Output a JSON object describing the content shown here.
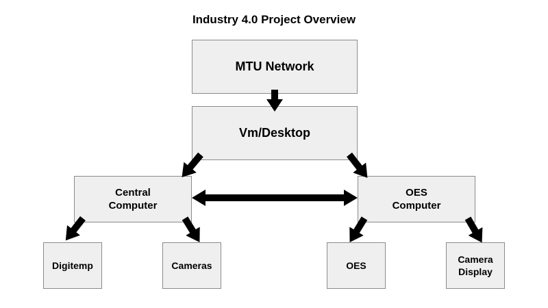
{
  "diagram": {
    "title": "Industry 4.0 Project Overview",
    "nodes": {
      "mtu_network": "MTU Network",
      "vm_desktop": "Vm/Desktop",
      "central_computer": "Central\nComputer",
      "oes_computer": "OES\nComputer",
      "digitemp": "Digitemp",
      "cameras": "Cameras",
      "oes": "OES",
      "camera_display": "Camera\nDisplay"
    },
    "edges": [
      {
        "from": "MTU Network",
        "to": "Vm/Desktop"
      },
      {
        "from": "Vm/Desktop",
        "to": "Central Computer"
      },
      {
        "from": "Vm/Desktop",
        "to": "OES Computer"
      },
      {
        "from": "Central Computer",
        "to": "OES Computer",
        "bidirectional": true
      },
      {
        "from": "Central Computer",
        "to": "Digitemp"
      },
      {
        "from": "Central Computer",
        "to": "Cameras"
      },
      {
        "from": "OES Computer",
        "to": "OES"
      },
      {
        "from": "OES Computer",
        "to": "Camera Display"
      }
    ],
    "colors": {
      "box_fill": "#efefef",
      "box_border": "#8a8a8a",
      "arrow": "#000000"
    }
  }
}
